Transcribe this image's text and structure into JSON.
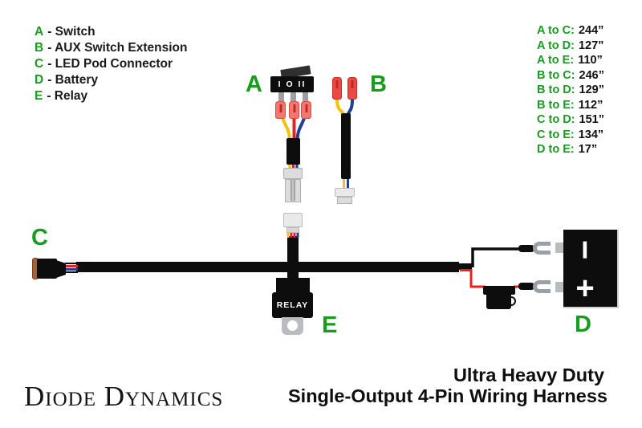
{
  "colors": {
    "accent_green": "#189b1e",
    "wire_red": "#e8201f",
    "wire_yellow": "#f4c20d",
    "wire_blue": "#1f4096",
    "harness_black": "#0d0d0d"
  },
  "legend": {
    "items": [
      {
        "letter": "A",
        "desc": "- Switch"
      },
      {
        "letter": "B",
        "desc": "- AUX Switch Extension"
      },
      {
        "letter": "C",
        "desc": "- LED Pod Connector"
      },
      {
        "letter": "D",
        "desc": "- Battery"
      },
      {
        "letter": "E",
        "desc": "- Relay"
      }
    ]
  },
  "measurements": {
    "items": [
      {
        "label": "A to C:",
        "value": "244”"
      },
      {
        "label": "A to D:",
        "value": "127”"
      },
      {
        "label": "A to E:",
        "value": "110”"
      },
      {
        "label": "B to C:",
        "value": "246”"
      },
      {
        "label": "B to D:",
        "value": "129”"
      },
      {
        "label": "B to E:",
        "value": "112”"
      },
      {
        "label": "C to D:",
        "value": "151”"
      },
      {
        "label": "C to E:",
        "value": "134”"
      },
      {
        "label": "D to E:",
        "value": "17”"
      }
    ]
  },
  "diagram": {
    "component_labels": {
      "switch": "A",
      "aux_extension": "B",
      "led_pod_connector": "C",
      "battery": "D",
      "relay": "E"
    },
    "switch_markings": "I O II",
    "relay_text": "RELAY",
    "battery_negative": "−",
    "battery_positive": "+"
  },
  "footer": {
    "logo": "Diode Dynamics",
    "title_line1": "Ultra Heavy Duty",
    "title_line2": "Single-Output 4-Pin Wiring Harness"
  }
}
